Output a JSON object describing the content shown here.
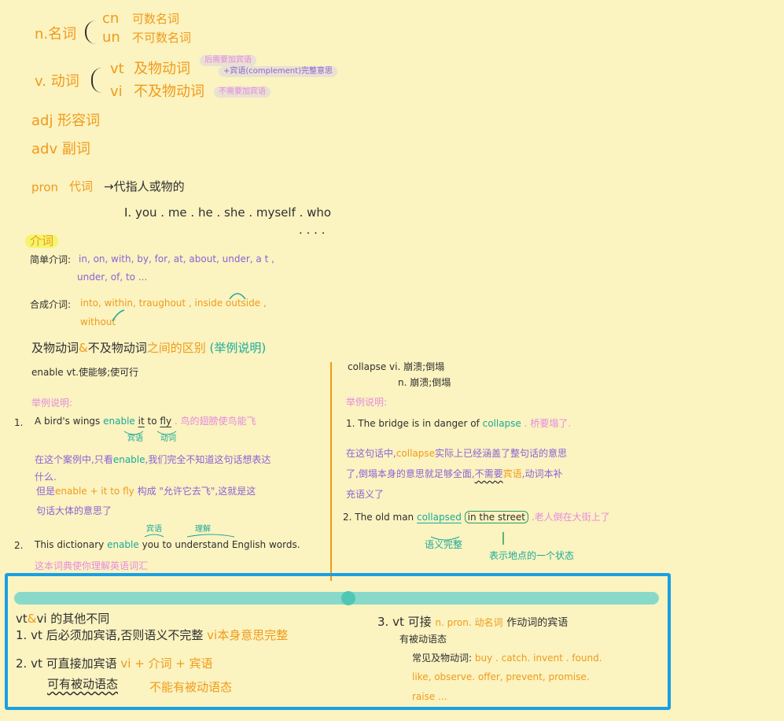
{
  "pos": {
    "noun": {
      "label": "n.名词",
      "cn": "cn",
      "cn_def": "可数名词",
      "un": "un",
      "un_def": "不可数名词"
    },
    "verb": {
      "label": "v. 动词",
      "vt": "vt",
      "vt_def": "及物动词",
      "vi": "vi",
      "vi_def": "不及物动词",
      "note1": "后需要加宾语",
      "note2": "+宾语(complement)完整意思",
      "note3": "不需要加宾语"
    },
    "adj": "adj 形容词",
    "adv": "adv 副词",
    "pron": {
      "label": "pron",
      "cn": "代词",
      "arrow": "→代指人或物的",
      "examples": "I. you . me . he . she . myself . who",
      "more": ". . . ."
    }
  },
  "prep": {
    "title": "介词",
    "simple_label": "简单介词:",
    "simple_list1": "in, on, with, by, for, at, about, under, a t ,",
    "simple_list2": "under, of, to ...",
    "compound_label": "合成介词:",
    "compound_list1": "into, within, traughout , inside  outside ,",
    "compound_list2": "without"
  },
  "difference": {
    "heading_a": "及物动词",
    "heading_amp": "&",
    "heading_b": "不及物动词",
    "heading_c": "之间的区别",
    "heading_d": "(举例说明)"
  },
  "left": {
    "enable_line": "enable  vt.使能够;使可行",
    "example_title": "举例说明:",
    "ex1_num": "1.",
    "ex1_a": "A bird's wings",
    "ex1_enable": "enable",
    "ex1_it": "it",
    "ex1_to": "to",
    "ex1_fly": "fly",
    "ex1_cn": ". 鸟的翅膀使鸟能飞",
    "ex1_obj": "宾语",
    "ex1_verb": "动词",
    "para1_a": "在这个案例中,只看",
    "para1_enable": "enable",
    "para1_b": ",我们完全不知道这句话想表达",
    "para1_c": "什么.",
    "para2_a": "但是",
    "para2_phrase": "enable + it to fly",
    "para2_b": "构成 \"允许它去飞\",这就是这",
    "para2_c": "句话大体的意思了",
    "ex2_obj": "宾语",
    "ex2_und": "理解",
    "ex2_num": "2.",
    "ex2_a": "This dictionary",
    "ex2_enable": "enable",
    "ex2_b": "you to understand English words.",
    "ex2_cn": "这本词典使你理解英语词汇"
  },
  "right": {
    "collapse_line1": "collapse  vi. 崩溃;倒塌",
    "collapse_line2": "n. 崩溃;倒塌",
    "example_title": "举例说明:",
    "ex1_a": "1. The bridge  is in danger  of",
    "ex1_collapse": "collapse",
    "ex1_cn": ". 桥要塌了.",
    "para_a": "在这句话中,",
    "para_collapse": "collapse",
    "para_b": "实际上已经涵盖了整句话的意思",
    "para_c": "了,倒塌本身的意思就足够全面,",
    "para_d": "不需要",
    "para_e": "宾语",
    "para_f": ",动词本补",
    "para_g": "充语义了",
    "ex2_a": "2. The old man",
    "ex2_collapsed": "collapsed",
    "ex2_street": "in the  street",
    "ex2_cn": ".老人倒在大街上了",
    "ex2_note1": "语义完整",
    "ex2_note2": "表示地点的一个状态"
  },
  "summary": {
    "title_a": "vt",
    "title_amp": "&",
    "title_b": "vi",
    "title_c": "的其他不同",
    "p1_a": "1. vt 后必须加宾语,否则语义不完整",
    "p1_b": "vi本身意思完整",
    "p2_a": "2. vt 可直接加宾语",
    "p2_b": "vi + 介词 + 宾语",
    "p2_c": "可有被动语态",
    "p2_d": "不能有被动语态",
    "p3_a": "3. vt 可接",
    "p3_b": "n. pron. 动名词",
    "p3_c": "作动词的宾语",
    "p3_d": "有被动语态",
    "p3_e": "常见及物动词:",
    "p3_list1": "buy . catch. invent . found.",
    "p3_list2": "like, observe.  offer, prevent, promise.",
    "p3_list3": "raise ..."
  }
}
